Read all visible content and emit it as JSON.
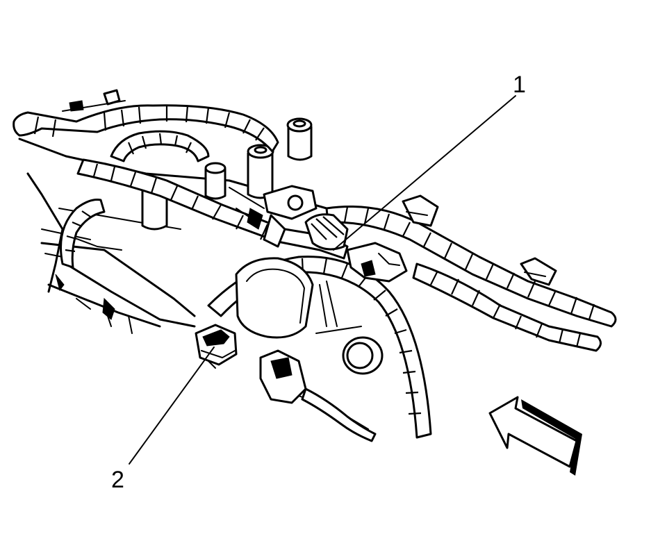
{
  "diagram": {
    "callouts": [
      {
        "id": "callout-1",
        "label": "1"
      },
      {
        "id": "callout-2",
        "label": "2"
      }
    ],
    "direction_arrow": {
      "icon": "front-direction-arrow-icon"
    },
    "colors": {
      "ink": "#000000",
      "paper": "#ffffff"
    }
  }
}
